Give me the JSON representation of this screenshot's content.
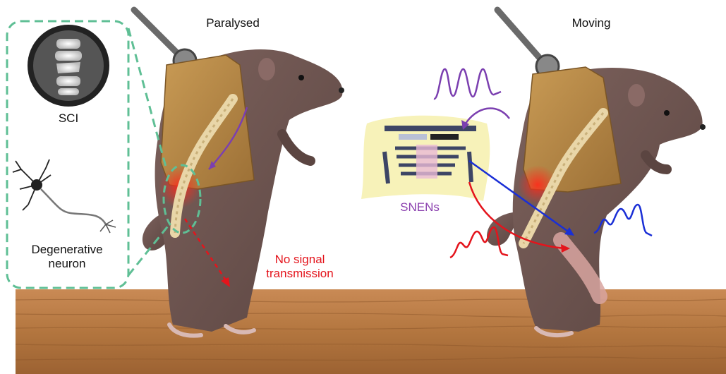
{
  "labels": {
    "paralysed": "Paralysed",
    "moving": "Moving",
    "sci": "SCI",
    "degenerative_neuron": "Degenerative neuron",
    "no_signal_transmission": "No signal transmission",
    "snens": "SNENs"
  },
  "colors": {
    "inset_border": "#5fbf95",
    "no_signal_text": "#e4141c",
    "snens_text": "#8a3fae",
    "purple_signal": "#7b3fb0",
    "red_signal": "#e4141c",
    "blue_signal": "#1a2fd6",
    "floor": "#b77a47",
    "rat_body": "#6e5450",
    "harness": "#b98a4a"
  },
  "icons": [
    "spinal-cord-cross-section-icon",
    "neuron-icon",
    "rat-illustration",
    "spine-illustration",
    "device-illustration"
  ]
}
